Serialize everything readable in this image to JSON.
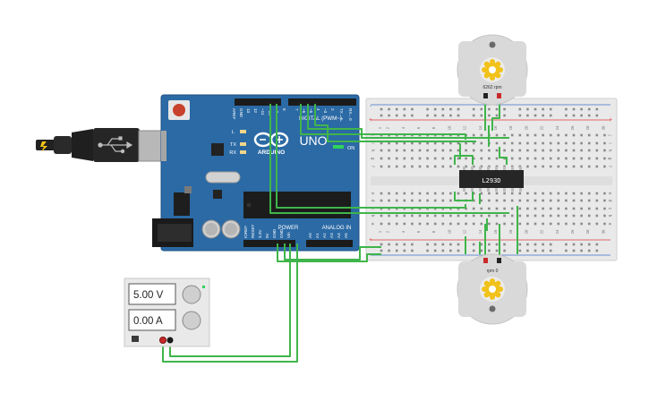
{
  "arduino": {
    "board_name": "UNO",
    "brand": "ARDUINO",
    "digital_header": "DIGITAL (PWM~)",
    "analog_header": "ANALOG IN",
    "power_header": "POWER",
    "on_label": "ON",
    "pin_labels_top": [
      "AREF",
      "GND",
      "13",
      "12",
      "~11",
      "~10",
      "~9",
      "8",
      "7",
      "~6",
      "~5",
      "4",
      "~3",
      "2",
      "TX→1",
      "RX←0"
    ],
    "pin_labels_power": [
      "IOREF",
      "RESET",
      "3.3V",
      "5V",
      "GND",
      "GND",
      "Vin"
    ],
    "pin_labels_analog": [
      "A0",
      "A1",
      "A2",
      "A3",
      "A4",
      "A5"
    ],
    "led_labels": [
      "L",
      "TX",
      "RX"
    ]
  },
  "power_supply": {
    "voltage": "5.00 V",
    "current": "0.00 A"
  },
  "motor_top": {
    "label": "6262 rpm"
  },
  "motor_bottom": {
    "label": "rpm 0"
  },
  "chip": {
    "label": "L293D"
  },
  "breadboard": {
    "column_numbers": [
      "1",
      "2",
      "3",
      "4",
      "5",
      "6",
      "7",
      "8",
      "9",
      "10",
      "11",
      "12",
      "13",
      "14",
      "15",
      "16",
      "17",
      "18",
      "19",
      "20",
      "21",
      "22",
      "23",
      "24",
      "25",
      "26",
      "27",
      "28",
      "29",
      "30"
    ],
    "row_letters_top": [
      "j",
      "i",
      "h",
      "g",
      "f"
    ],
    "row_letters_bottom": [
      "e",
      "d",
      "c",
      "b",
      "a"
    ],
    "rail_plus": "+",
    "rail_minus": "-"
  },
  "colors": {
    "arduino_blue": "#2b6aa5",
    "wire_green": "#3fb54a",
    "breadboard": "#e9e9e9",
    "rail_red": "#e23b3b",
    "rail_blue": "#3d6fc4",
    "motor_gray": "#d9d9d9",
    "gear_yellow": "#f2c21b"
  }
}
